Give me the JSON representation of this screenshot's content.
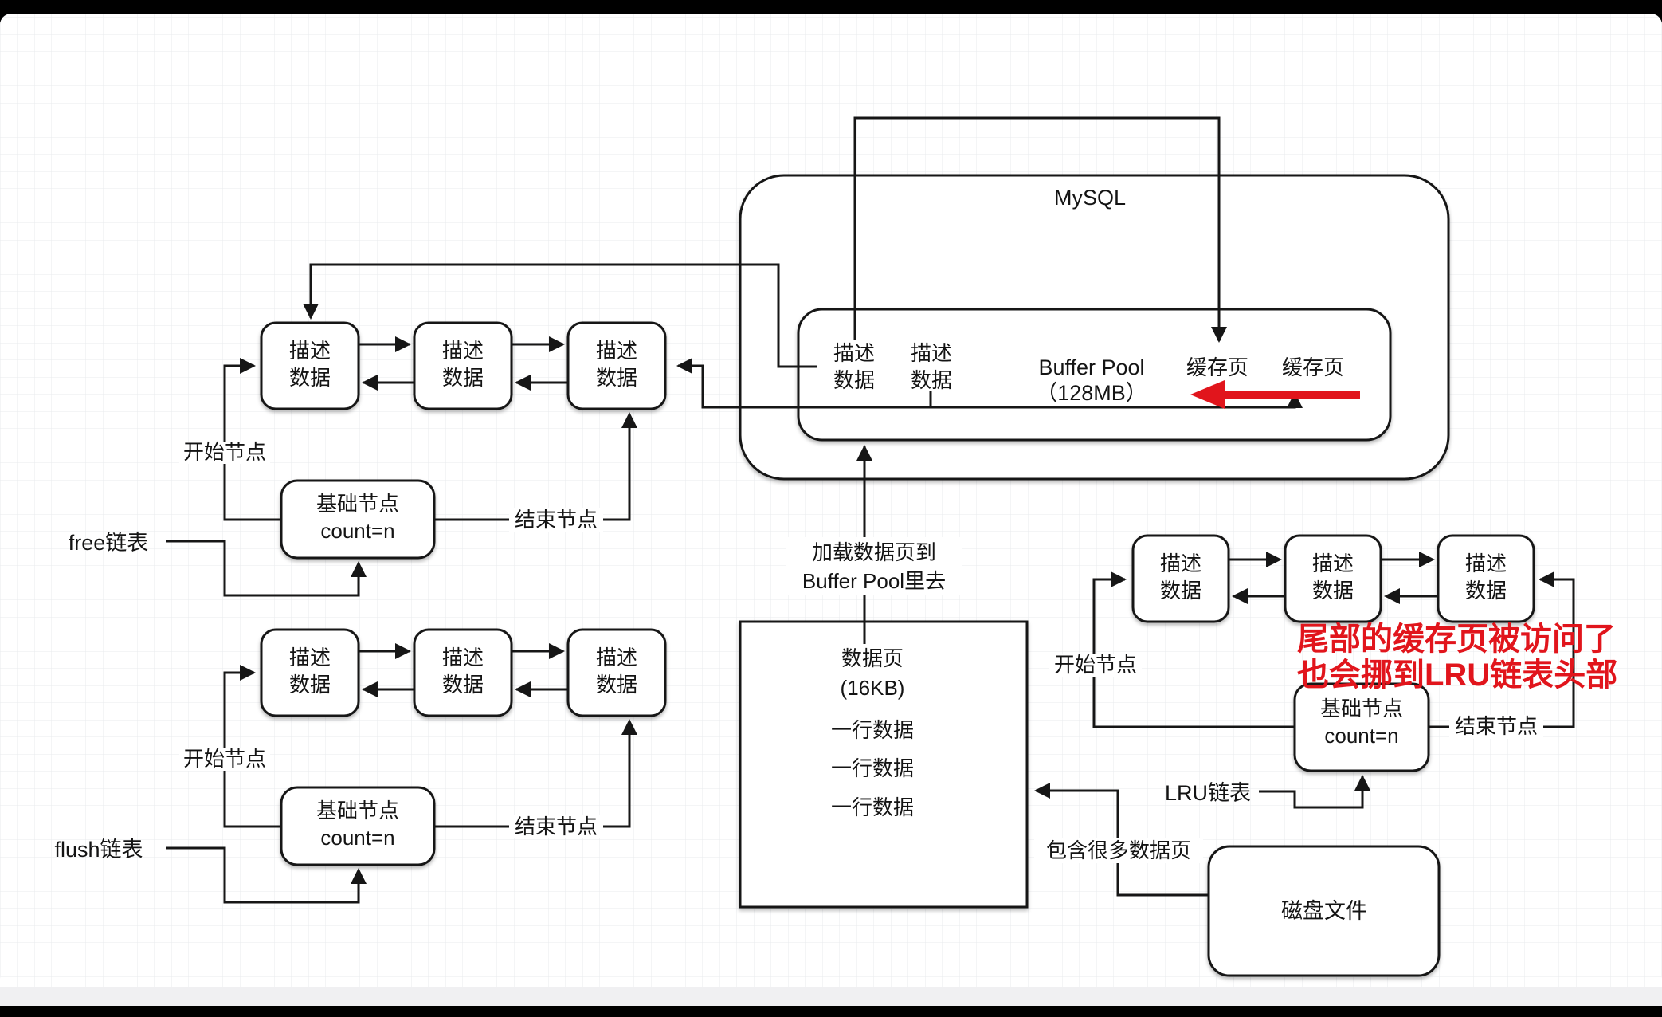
{
  "colors": {
    "line": "#161616",
    "accent_red": "#e1151c",
    "canvas_bg": "#ffffff",
    "grid": "#e9ebee",
    "chrome_bar": "#000000",
    "bottom_band": "#f0f0f2"
  },
  "mysql": {
    "title": "MySQL"
  },
  "buffer_pool": {
    "line1": "Buffer Pool",
    "line2": "（128MB）",
    "cache_page_left": "缓存页",
    "cache_page_right": "缓存页"
  },
  "nodes": {
    "desc1": "描述",
    "desc2": "数据",
    "base1": "基础节点",
    "base2": "count=n"
  },
  "labels": {
    "start": "开始节点",
    "end": "结束节点",
    "free": "free链表",
    "flush": "flush链表",
    "lru": "LRU链表",
    "load1": "加载数据页到",
    "load2": "Buffer Pool里去",
    "contains": "包含很多数据页"
  },
  "data_page": {
    "title": "数据页",
    "size": "(16KB)",
    "rows": [
      "一行数据",
      "一行数据",
      "一行数据"
    ]
  },
  "disk": {
    "label": "磁盘文件"
  },
  "note": {
    "line1": "尾部的缓存页被访问了",
    "line2": "也会挪到LRU链表头部"
  }
}
